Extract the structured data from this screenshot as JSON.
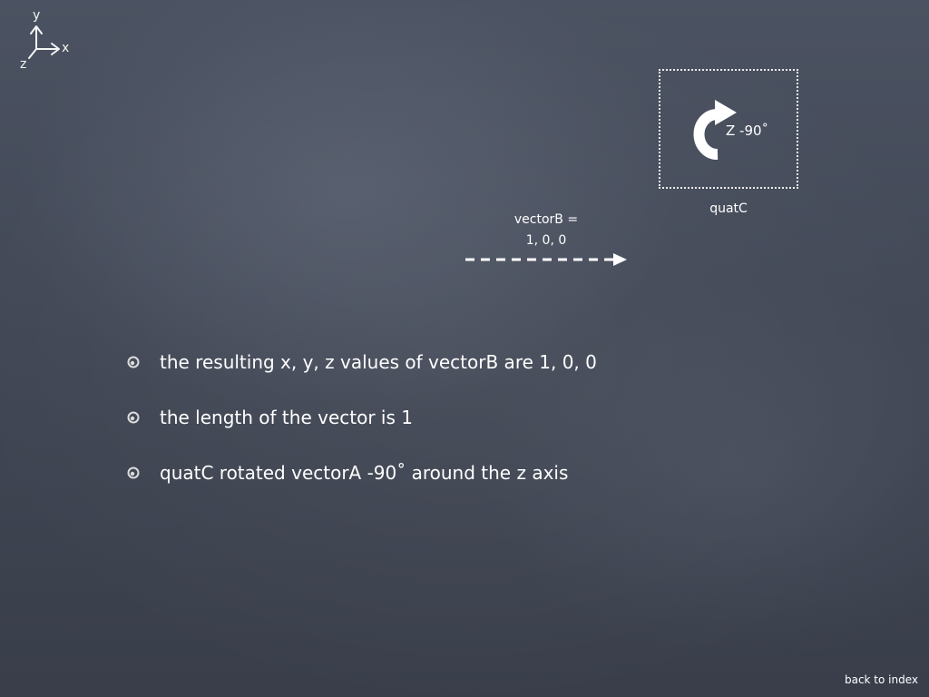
{
  "axes": {
    "y_label": "y",
    "x_label": "x",
    "z_label": "z",
    "icon": "axes-icon"
  },
  "rotation": {
    "label": "Z -90˚",
    "name": "quatC",
    "icon": "rotate-clockwise-arrow-icon"
  },
  "vector": {
    "name_line": "vectorB =",
    "values_line": "1, 0, 0",
    "icon": "dashed-right-arrow-icon"
  },
  "bullets": [
    {
      "text": "the resulting x, y, z values of vectorB are 1, 0, 0"
    },
    {
      "text": "the length of the vector is 1"
    },
    {
      "text": "quatC rotated vectorA -90˚ around the z axis"
    }
  ],
  "nav": {
    "back_label": "back to index"
  },
  "colors": {
    "chalk": "#ffffff",
    "board": "#444a58"
  }
}
